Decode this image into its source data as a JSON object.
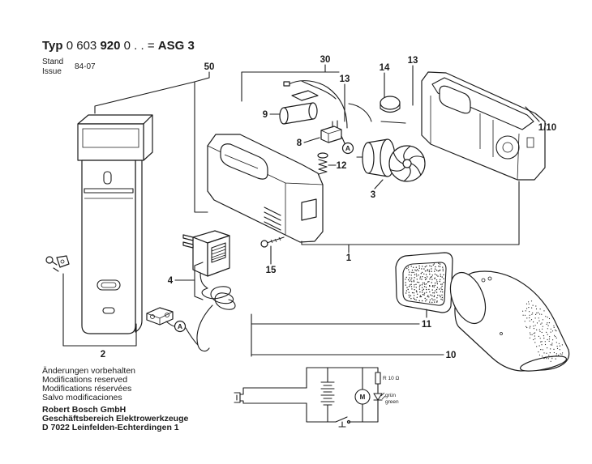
{
  "header": {
    "typ_label": "Typ",
    "number_part1": "0 603",
    "number_part2": "920",
    "number_part3": "0 . . =",
    "model": "ASG 3",
    "stand_label": "Stand",
    "issue_label": "Issue",
    "issue_date": "84-07"
  },
  "callouts": [
    "50",
    "30",
    "14",
    "13",
    "13",
    "9",
    "8",
    "12",
    "3",
    "1/10",
    "4",
    "15",
    "1",
    "11",
    "2",
    "10"
  ],
  "connector_markers": [
    "A",
    "A"
  ],
  "circuit": {
    "resistor_label": "R 10 Ω",
    "motor_label": "M",
    "led_label_de": "grün",
    "led_label_en": "green"
  },
  "notices": [
    "Änderungen vorbehalten",
    "Modifications reserved",
    "Modifications réservées",
    "Salvo modificaciones"
  ],
  "company": {
    "name": "Robert Bosch GmbH",
    "division": "Geschäftsbereich Elektrowerkzeuge",
    "address": "D 7022 Leinfelden-Echterdingen 1"
  },
  "colors": {
    "ink": "#1c1c1c",
    "paper": "#ffffff"
  }
}
